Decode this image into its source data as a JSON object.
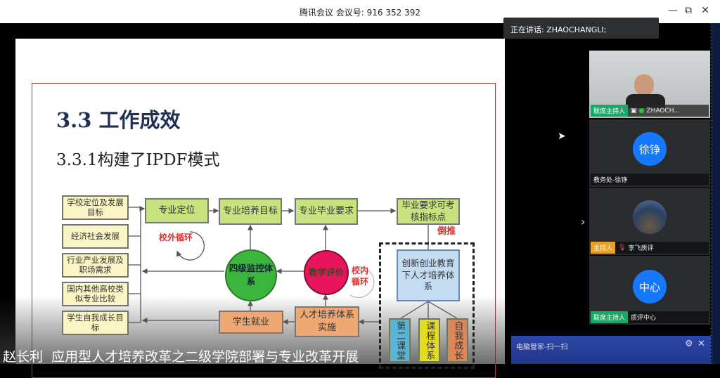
{
  "window": {
    "title": "腾讯会议 会议号: 916 352 392",
    "minimize": "—",
    "restore": "⧉",
    "close": "✕"
  },
  "speaking": "正在讲话: ZHAOCHANGLI;",
  "slide": {
    "heading": "3.3 工作成效",
    "subheading": "3.3.1构建了IPDF模式",
    "left_inputs": [
      "学校定位及发展目标",
      "经济社会发展",
      "行业产业发展及职场需求",
      "国内其他高校类似专业比较",
      "学生自我成长目标"
    ],
    "top_flow": [
      "专业定位",
      "专业培养目标",
      "专业毕业要求",
      "毕业要求可考核指标点"
    ],
    "monitor_circle": "四级监控体系",
    "evaluation_circle": "教学评价",
    "employment": "学生就业",
    "implementation": "人才培养体系实施",
    "innovation": "创新创业教育下人才培养体系",
    "sub_systems": [
      "第二课堂",
      "课程体系",
      "自我成长"
    ],
    "outer_loop": "校外循环",
    "inner_loop": "校内循环",
    "reverse": "倒推"
  },
  "subtitle": "赵长利  应用型人才培养改革之二级学院部署与专业改革开展",
  "participants": [
    {
      "tag": "联席主持人",
      "name": "ZHAOCH...",
      "avatar": ""
    },
    {
      "tag": "",
      "name": "教务处-徐铮",
      "avatar": "徐铮"
    },
    {
      "tag": "主持人",
      "name": "李飞质评",
      "avatar": ""
    },
    {
      "tag": "联席主持人",
      "name": "质评中心",
      "avatar": "中心"
    }
  ],
  "popup": {
    "title": "电脑管家-扫一扫"
  },
  "colors": {
    "accent_blue": "#1677ff",
    "cohost_green": "#1aa867",
    "host_orange": "#e9a12a"
  }
}
